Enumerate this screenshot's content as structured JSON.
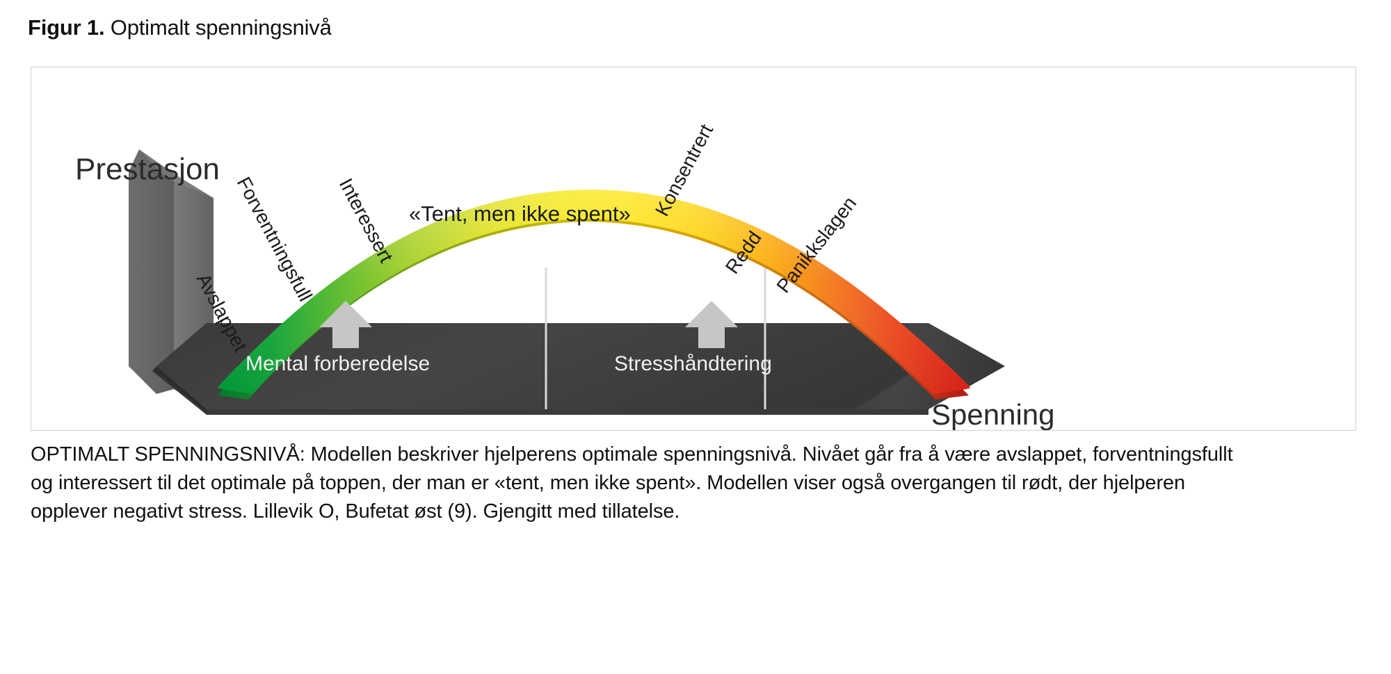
{
  "figure": {
    "label": "Figur 1.",
    "title": "Optimalt spenningsnivå"
  },
  "chart_data": {
    "type": "line",
    "title": "Optimalt spenningsnivå",
    "xlabel": "Spenning",
    "ylabel": "Prestasjon",
    "grid": false,
    "legend": "none",
    "annotation_center": "«Tent, men ikke spent»",
    "xlim": [
      0,
      100
    ],
    "ylim": [
      0,
      100
    ],
    "x": [
      0,
      10,
      20,
      30,
      40,
      50,
      60,
      70,
      80,
      90,
      100
    ],
    "values": [
      0,
      33,
      56,
      73,
      86,
      92,
      90,
      82,
      68,
      44,
      0
    ],
    "curve_colors": [
      "#0aa13c",
      "#6fbf2b",
      "#c8d61a",
      "#f5e400",
      "#ffd800",
      "#fbb100",
      "#f47b20",
      "#ee3b24",
      "#e2231a"
    ],
    "stage_labels": [
      {
        "text": "Avslappet",
        "rotation": 62,
        "x": 12
      },
      {
        "text": "Forventningsfull",
        "rotation": 62,
        "x": 20
      },
      {
        "text": "Interessert",
        "rotation": 62,
        "x": 32
      },
      {
        "text": "Konsentrert",
        "rotation": -62,
        "x": 66
      },
      {
        "text": "Redd",
        "rotation": -55,
        "x": 78
      },
      {
        "text": "Panikkslagen",
        "rotation": -52,
        "x": 88
      }
    ],
    "zones": [
      {
        "label": "Mental forberedelse",
        "arrow": "up-arrow"
      },
      {
        "label": "Stresshåndtering",
        "arrow": "up-arrow"
      }
    ],
    "divider_x": [
      40,
      68
    ]
  },
  "axis": {
    "y_label": "Prestasjon",
    "x_label": "Spenning"
  },
  "center_note": "«Tent, men ikke spent»",
  "curve_labels": {
    "avslappet": "Avslappet",
    "forventningsfull": "Forventningsfull",
    "interessert": "Interessert",
    "konsentrert": "Konsentrert",
    "redd": "Redd",
    "panikkslagen": "Panikkslagen"
  },
  "zones": {
    "mental": "Mental forberedelse",
    "stress": "Stresshåndtering"
  },
  "colors": {
    "green": "#0aa13c",
    "yellow": "#ffd800",
    "orange": "#f47b20",
    "red": "#e2231a",
    "floor": "#3d3d3d",
    "axis_slab": "#6b6b6b",
    "frame": "#cfcfcf",
    "arrow": "#c9c9c9"
  },
  "caption": {
    "line1": "OPTIMALT SPENNINGSNIVÅ: Modellen beskriver hjelperens optimale spenningsnivå. Nivået går fra å være avslappet, forventningsfullt",
    "line2": "og interessert til det optimale på toppen, der man er «tent, men ikke spent». Modellen viser også overgangen til rødt, der hjelperen",
    "line3": "opplever negativt stress. Lillevik O, Bufetat øst (9). Gjengitt med tillatelse."
  }
}
